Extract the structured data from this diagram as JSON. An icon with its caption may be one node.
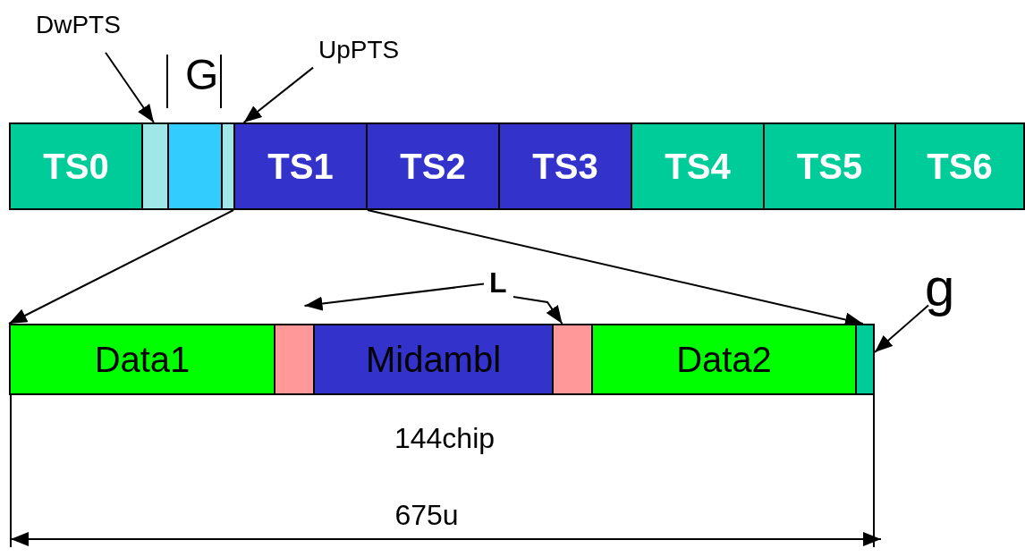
{
  "diagram": {
    "nodes": [
      {
        "text": [
          "TS0"
        ]
      },
      {
        "text": [],
        "shape": "box"
      },
      {
        "text": [],
        "shape": "box"
      },
      {
        "text": [],
        "shape": "box"
      },
      {
        "text": [
          "TS1"
        ]
      },
      {
        "text": [
          "TS2"
        ]
      },
      {
        "text": [
          "TS3"
        ]
      },
      {
        "text": [
          "TS4"
        ]
      },
      {
        "text": [
          "TS5"
        ]
      },
      {
        "text": [
          "TS6"
        ]
      },
      {
        "text": [
          "Data1"
        ]
      },
      {
        "text": [],
        "shape": "box"
      },
      {
        "text": [
          "Midambl"
        ]
      },
      {
        "text": [],
        "shape": "box"
      },
      {
        "text": [
          "Data2"
        ]
      },
      {
        "text": [],
        "shape": "box"
      },
      {
        "text": [
          "DwPTS"
        ]
      },
      {
        "text": [
          "G"
        ]
      },
      {
        "text": [
          "UpPTS"
        ]
      },
      {
        "text": [
          "L"
        ]
      },
      {
        "text": [
          "g"
        ]
      }
    ],
    "edges": [
      {
        "from": 16,
        "to": 1,
        "arrow": "to"
      },
      {
        "from": 18,
        "to": 3,
        "arrow": "to"
      },
      {
        "from": 4,
        "to": 10,
        "arrow": "to"
      },
      {
        "from": 4,
        "to": 15,
        "arrow": "to"
      },
      {
        "from": 19,
        "to": 11,
        "arrow": "to"
      },
      {
        "from": 19,
        "to": 13,
        "arrow": "to"
      },
      {
        "from": 20,
        "to": 15,
        "arrow": "to"
      }
    ],
    "labels": [
      "144chip",
      "675u"
    ]
  }
}
